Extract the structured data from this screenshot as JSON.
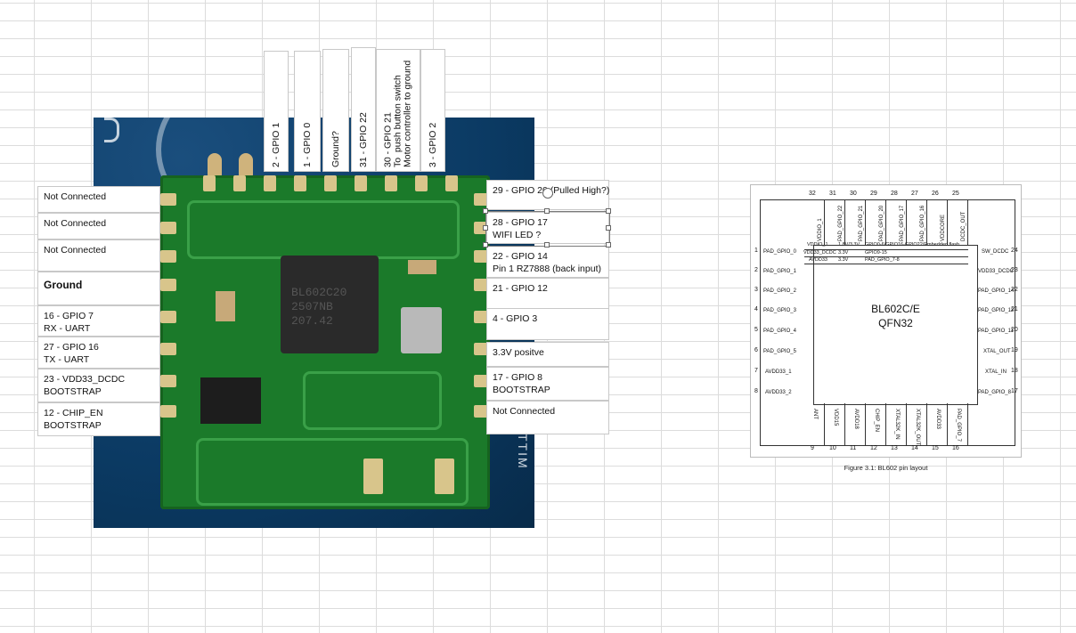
{
  "left_callouts": [
    {
      "id": "l1",
      "text": [
        "Not Connected"
      ]
    },
    {
      "id": "l2",
      "text": [
        "Not Connected"
      ]
    },
    {
      "id": "l3",
      "text": [
        "Not Connected"
      ]
    },
    {
      "id": "l4",
      "text": [
        "Ground"
      ]
    },
    {
      "id": "l5",
      "text": [
        "16 - GPIO 7",
        "RX - UART"
      ]
    },
    {
      "id": "l6",
      "text": [
        "27 - GPIO 16",
        "TX - UART"
      ]
    },
    {
      "id": "l7",
      "text": [
        "23 - VDD33_DCDC",
        "BOOTSTRAP"
      ]
    },
    {
      "id": "l8",
      "text": [
        "12 - CHIP_EN",
        "BOOTSTRAP"
      ]
    }
  ],
  "right_callouts": [
    {
      "id": "r1",
      "text": [
        "29 - GPIO 20 (Pulled High?)"
      ]
    },
    {
      "id": "r2",
      "text": [
        "28 - GPIO 17",
        "WIFI LED ?"
      ]
    },
    {
      "id": "r3",
      "text": [
        "22 - GPIO 14",
        "Pin 1 RZ7888 (back input)"
      ]
    },
    {
      "id": "r4",
      "text": [
        "21 - GPIO 12"
      ]
    },
    {
      "id": "r5",
      "text": [
        "4 - GPIO 3"
      ]
    },
    {
      "id": "r6",
      "text": [
        "3.3V positve"
      ]
    },
    {
      "id": "r7",
      "text": [
        "17 - GPIO 8",
        "BOOTSTRAP"
      ]
    },
    {
      "id": "r8",
      "text": [
        "Not Connected"
      ]
    }
  ],
  "top_callouts": [
    {
      "id": "t1",
      "text": "2 - GPIO 1"
    },
    {
      "id": "t2",
      "text": "1 - GPIO 0"
    },
    {
      "id": "t3",
      "text": "Ground?"
    },
    {
      "id": "t4",
      "text": "31 - GPIO 22"
    },
    {
      "id": "t5",
      "text": "30 - GPIO 21\nTo  push button switch\nMotor controller to ground"
    },
    {
      "id": "t6",
      "text": "3 - GPIO 2"
    }
  ],
  "pcb": {
    "chip_text": [
      "BL602C20",
      "2507NB",
      "207.42"
    ],
    "side_text": "TTIM"
  },
  "pinout": {
    "chip_name": "BL602C/E",
    "package": "QFN32",
    "caption": "Figure 3.1: BL602 pin layout",
    "top_pins": [
      {
        "num": "32",
        "label": "VDDIO_1"
      },
      {
        "num": "31",
        "label": "PAD_GPIO_22"
      },
      {
        "num": "30",
        "label": "PAD_GPIO_21"
      },
      {
        "num": "29",
        "label": "PAD_GPIO_20"
      },
      {
        "num": "28",
        "label": "PAD_GPIO_17"
      },
      {
        "num": "27",
        "label": "PAD_GPIO_16"
      },
      {
        "num": "26",
        "label": "VDDCORE"
      },
      {
        "num": "25",
        "label": "DCDC_OUT"
      }
    ],
    "left_pins": [
      {
        "num": "1",
        "label": "PAD_GPIO_0"
      },
      {
        "num": "2",
        "label": "PAD_GPIO_1"
      },
      {
        "num": "3",
        "label": "PAD_GPIO_2"
      },
      {
        "num": "4",
        "label": "PAD_GPIO_3"
      },
      {
        "num": "5",
        "label": "PAD_GPIO_4"
      },
      {
        "num": "6",
        "label": "PAD_GPIO_5"
      },
      {
        "num": "7",
        "label": "AVDD33_1"
      },
      {
        "num": "8",
        "label": "AVDD33_2"
      }
    ],
    "right_pins": [
      {
        "num": "24",
        "label": "SW_DCDC"
      },
      {
        "num": "23",
        "label": "VDD33_DCDC"
      },
      {
        "num": "22",
        "label": "PAD_GPIO_14"
      },
      {
        "num": "21",
        "label": "PAD_GPIO_12"
      },
      {
        "num": "20",
        "label": "PAD_GPIO_11"
      },
      {
        "num": "19",
        "label": "XTAL_OUT"
      },
      {
        "num": "18",
        "label": "XTAL_IN"
      },
      {
        "num": "17",
        "label": "PAD_GPIO_8"
      }
    ],
    "bottom_pins": [
      {
        "num": "9",
        "label": "ANT"
      },
      {
        "num": "10",
        "label": "VDD15"
      },
      {
        "num": "11",
        "label": "AVDD18"
      },
      {
        "num": "12",
        "label": "CHIP_EN"
      },
      {
        "num": "13",
        "label": "XTAL32K_IN"
      },
      {
        "num": "14",
        "label": "XTAL32K_OUT"
      },
      {
        "num": "15",
        "label": "AVDD33"
      },
      {
        "num": "16",
        "label": "PAD_GPIO_7"
      }
    ],
    "power_table": [
      [
        "VDDIO_1",
        "1.8V/3.3V",
        "GPIO0-6/GPIO16-GPIO22/Embedded flash"
      ],
      [
        "VDD33_DCDC",
        "3.3V",
        "GPIO9-15"
      ],
      [
        "AVDD33",
        "3.3V",
        "PAD_GPIO_7-8"
      ]
    ]
  }
}
